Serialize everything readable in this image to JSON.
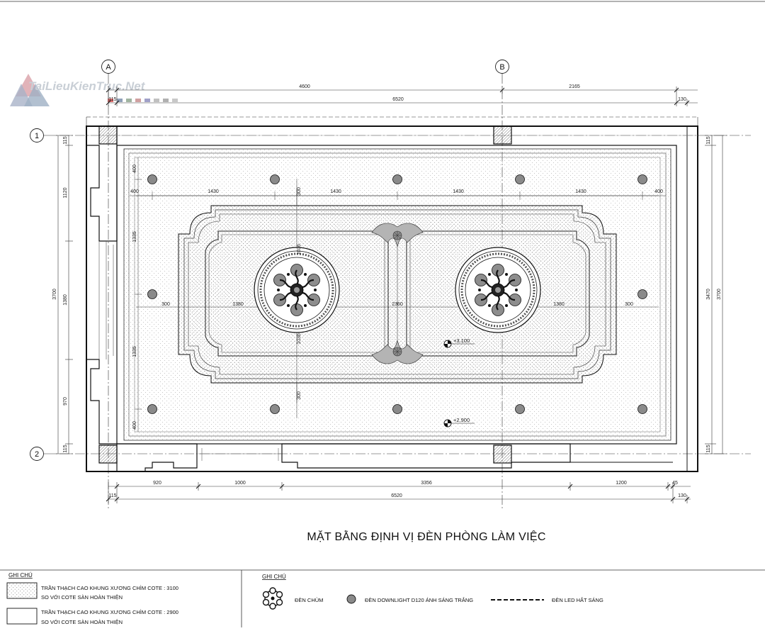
{
  "watermark": {
    "text": "TaiLieuKienTruc.Net"
  },
  "grid": {
    "col_a": "A",
    "col_b": "B",
    "row_1": "1",
    "row_2": "2"
  },
  "dims_top": {
    "d115": "115",
    "d4600": "4600",
    "d2165": "2165",
    "d6520": "6520",
    "d130": "130"
  },
  "dims_bottom": {
    "d115": "115",
    "d920": "920",
    "d1000": "1000",
    "d3356": "3356",
    "d1200": "1200",
    "d45": "45",
    "d6520": "6520",
    "d130": "130"
  },
  "dims_left": {
    "d115a": "115",
    "d1120": "1120",
    "d3700": "3700",
    "d1380": "1380",
    "d970": "970",
    "d115b": "115"
  },
  "dims_right": {
    "d115a": "115",
    "d3470": "3470",
    "d3700": "3700",
    "d115b": "115"
  },
  "dims_inner": {
    "r400a": "400",
    "r1430a": "1430",
    "r1430b": "1430",
    "r1430c": "1430",
    "r1430d": "1430",
    "r400b": "400",
    "m300a": "300",
    "m1380a": "1380",
    "m2360": "2360",
    "m1380b": "1380",
    "m300b": "300",
    "v400a": "400",
    "v1335a": "1335",
    "v1335b": "1335",
    "v400b": "400",
    "c300a": "300",
    "c300b": "300",
    "c1036": "1036",
    "c1036b": "1036"
  },
  "elevations": {
    "upper": "+3.100",
    "lower": "+2.900"
  },
  "title": "MẶT BẰNG ĐỊNH VỊ ĐÈN PHÒNG LÀM VIỆC",
  "legend_left": {
    "title": "GHI CHÚ",
    "item1_line1": "TRẦN THẠCH CAO KHUNG XƯƠNG CHÌM COTE : 3100",
    "item1_line2": "SO VỚI COTE SÀN HOÀN THIỆN",
    "item2_line1": "TRẦN THẠCH CAO KHUNG XƯƠNG CHÌM COTE : 2900",
    "item2_line2": "SO VỚI COTE SÀN HOÀN THIỆN"
  },
  "legend_right": {
    "title": "GHI CHÚ",
    "chandelier": "ĐÈN CHÙM",
    "downlight": "ĐÈN DOWNLIGHT D120 ÁNH SÁNG TRẮNG",
    "led": "ĐÈN LED HẮT SÁNG"
  },
  "colors": {
    "line": "#111111",
    "wall_fill": "#ffffff",
    "downlight_fill": "#8a8a8a",
    "watermark": "#c9cfd6"
  }
}
